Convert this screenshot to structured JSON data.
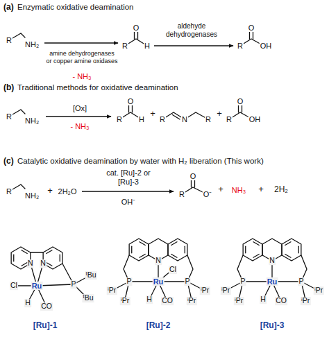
{
  "diagram": {
    "nodes": [
      {
        "text": [
          "NH₂"
        ]
      },
      {
        "text": [
          "amine dehydrogenases or copper amine oxidases"
        ]
      },
      {
        "text": [
          "aldehyde dehydrogenases"
        ]
      },
      {
        "text": [
          "NH₂"
        ]
      },
      {
        "text": [
          "NH₂"
        ]
      },
      {
        "text": [
          "2H₂"
        ]
      },
      {
        "text": [
          "[Ru]-1",
          "[Ru]-2",
          "[Ru]-3"
        ]
      }
    ],
    "labels": [
      "(a)",
      "Enzymatic oxidative deamination",
      "R",
      "O",
      "R",
      "H",
      "- NH₃",
      "O",
      "R",
      "OH",
      "(b)",
      "Traditional methods for oxidative deamination",
      "R",
      "[Ox]",
      "- NH₃",
      "O",
      "R",
      "H",
      "+",
      "R",
      "N",
      "R",
      "+",
      "O",
      "R",
      "OH",
      "(c)",
      "Catalytic oxidative deamination by water with H₂ liberation (This work)",
      "R",
      "+",
      "2H₂O",
      "cat. [Ru]-2 or [Ru]-3",
      "OH⁻",
      "O",
      "R",
      "O⁻",
      "+",
      "NH₃",
      "+",
      "N",
      "N",
      "Ru",
      "Cl",
      "P",
      "ᵗBu",
      "ᵗBu",
      "H",
      "CO",
      "N",
      "Ru",
      "Cl",
      "P",
      "P",
      "ⁱPr",
      "ⁱPr",
      "ⁱPr",
      "ⁱPr",
      "H",
      "CO",
      "N",
      "Ru",
      "P",
      "P",
      "ⁱPr",
      "ⁱPr",
      "ⁱPr",
      "ⁱPr",
      "H",
      "CO"
    ]
  }
}
